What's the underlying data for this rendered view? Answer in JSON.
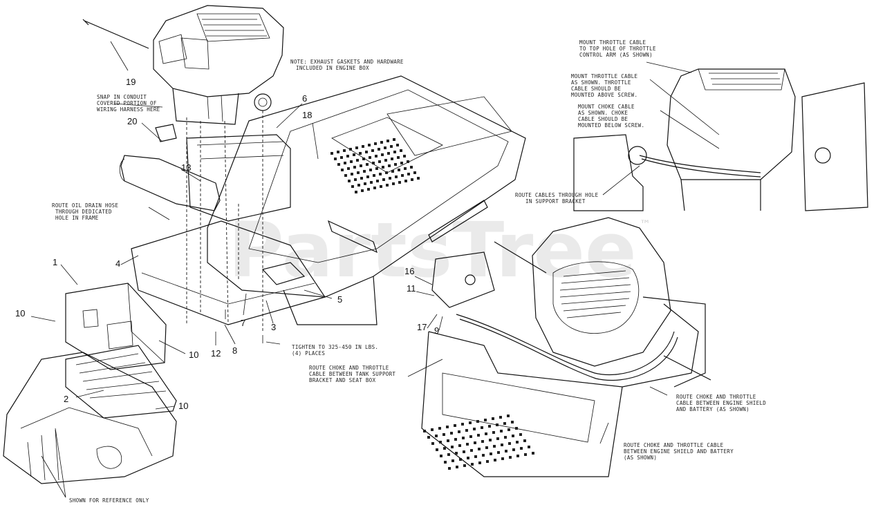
{
  "watermark": {
    "brand": "PartsTree",
    "trademark": "™"
  },
  "callouts": {
    "c19": "19",
    "c20": "20",
    "c13": "13",
    "c6": "6",
    "c18": "18",
    "c1": "1",
    "c4": "4",
    "c10a": "10",
    "c10b": "10",
    "c10c": "10",
    "c2": "2",
    "c12": "12",
    "c8": "8",
    "c7": "7",
    "c3": "3",
    "c5": "5",
    "c16": "16",
    "c11": "11",
    "c17": "17",
    "c9": "9"
  },
  "notes": {
    "exhaust": [
      "NOTE: EXHAUST GASKETS AND HARDWARE",
      "INCLUDED IN ENGINE BOX"
    ],
    "snap_conduit": [
      "SNAP IN CONDUIT",
      "COVERED PORTION OF",
      "WIRING HARNESS HERE"
    ],
    "oil_drain": [
      "ROUTE OIL DRAIN HOSE",
      "THROUGH DEDICATED",
      "HOLE IN FRAME"
    ],
    "tighten": [
      "TIGHTEN TO 325-450 IN LBS.",
      "(4) PLACES"
    ],
    "route_choke_support": [
      "ROUTE CHOKE AND THROTTLE",
      "CABLE BETWEEN TANK SUPPORT",
      "BRACKET AND SEAT BOX"
    ],
    "reference": [
      "SHOWN FOR REFERENCE ONLY"
    ],
    "mount_throttle_top": [
      "MOUNT THROTTLE CABLE",
      "TO TOP HOLE OF THROTTLE",
      "CONTROL ARM (AS SHOWN)"
    ],
    "mount_throttle_below": [
      "MOUNT THROTTLE CABLE",
      "AS SHOWN. THROTTLE",
      "CABLE SHOULD BE",
      "MOUNTED ABOVE SCREW."
    ],
    "mount_choke": [
      "MOUNT CHOKE CABLE",
      "AS SHOWN. CHOKE",
      "CABLE SHOULD BE",
      "MOUNTED BELOW SCREW."
    ],
    "route_through_hole": [
      "ROUTE CABLES THROUGH HOLE",
      "IN SUPPORT BRACKET"
    ],
    "route_shield_right": [
      "ROUTE CHOKE AND THROTTLE",
      "CABLE BETWEEN ENGINE SHIELD",
      "AND BATTERY (AS SHOWN)"
    ],
    "route_shield_bottom": [
      "ROUTE CHOKE AND THROTTLE CABLE",
      "BETWEEN ENGINE SHIELD AND BATTERY",
      "(AS SHOWN)"
    ]
  }
}
